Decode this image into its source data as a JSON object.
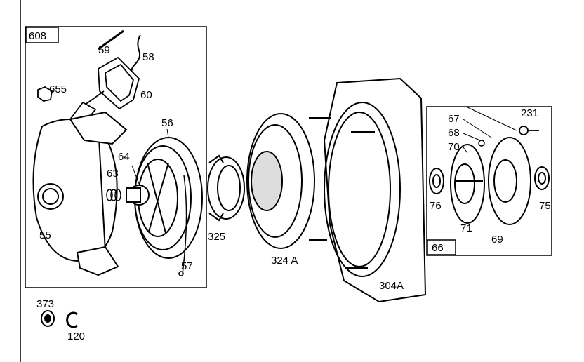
{
  "diagram": {
    "kit_labels": {
      "rewind_kit": "608",
      "starter_kit": "66"
    },
    "part_labels": {
      "p59": "59",
      "p58": "58",
      "p655": "655",
      "p60": "60",
      "p56": "56",
      "p64": "64",
      "p63": "63",
      "p55": "55",
      "p325": "325",
      "p57": "57",
      "p324a": "324 A",
      "p304a": "304A",
      "p67": "67",
      "p68": "68",
      "p70": "70",
      "p231": "231",
      "p76": "76",
      "p75": "75",
      "p71": "71",
      "p69": "69",
      "p373": "373",
      "p120": "120"
    }
  }
}
